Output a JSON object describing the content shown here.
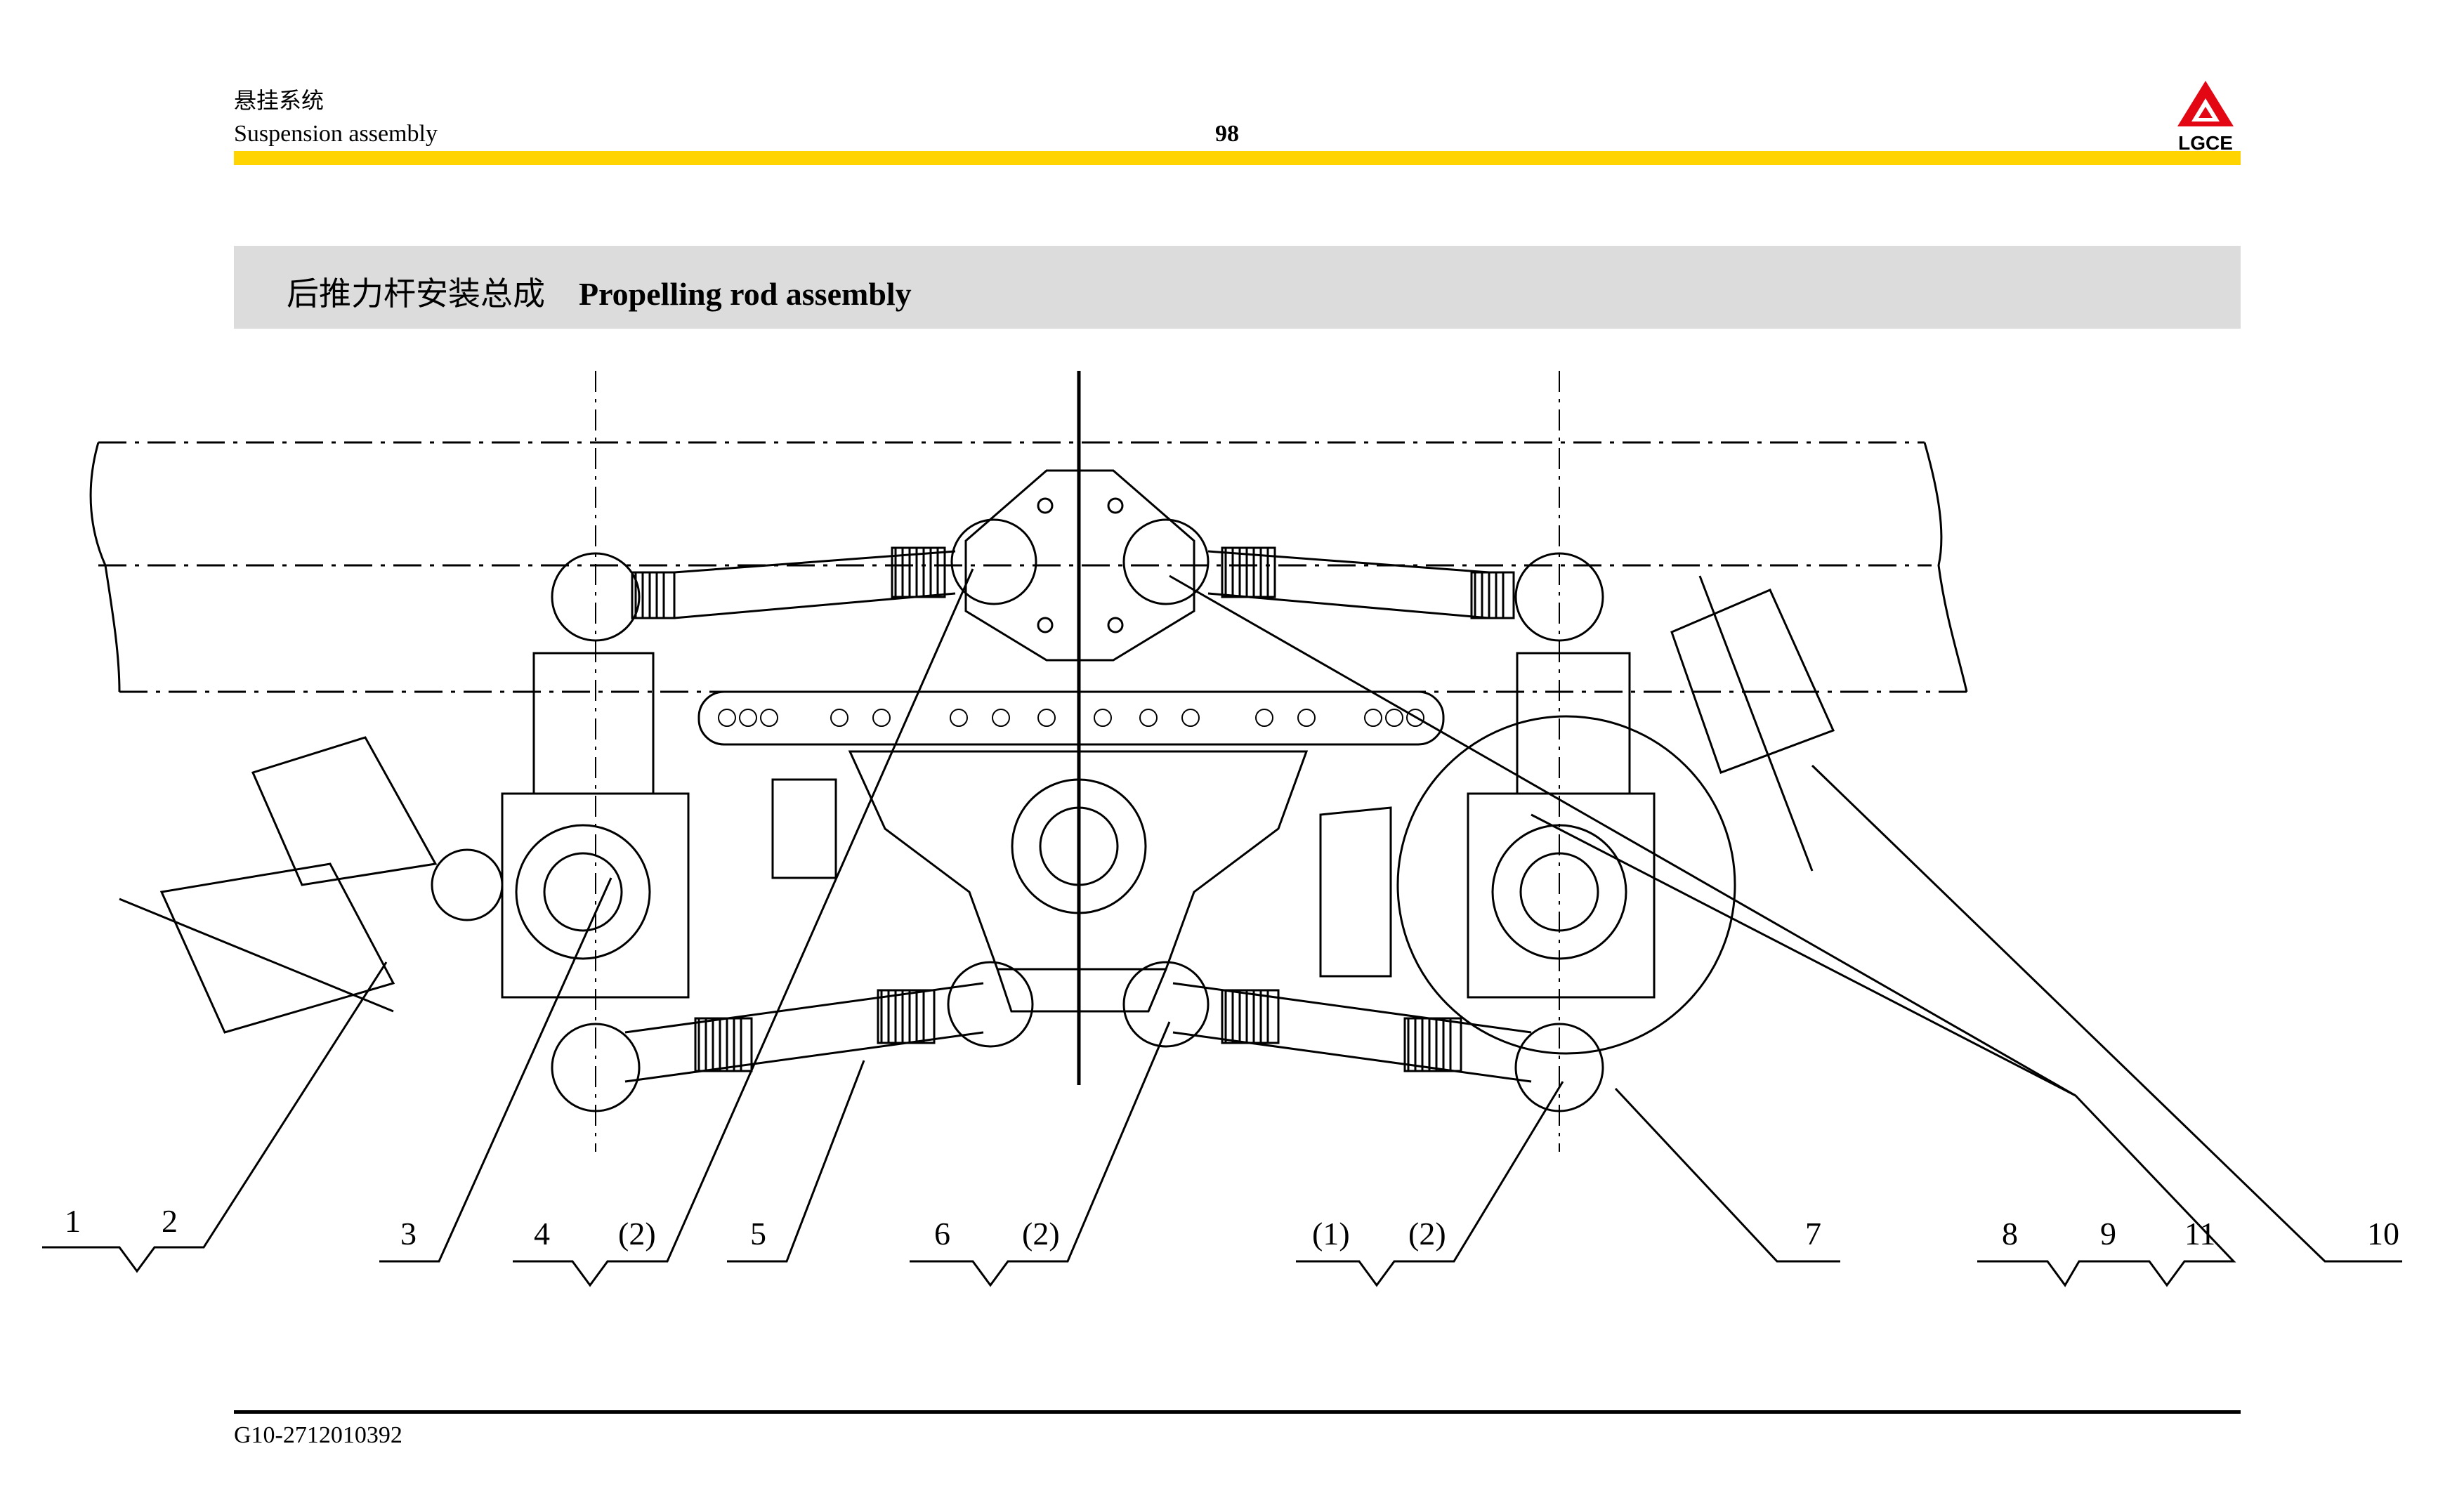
{
  "header": {
    "section_cn": "悬挂系统",
    "section_en": "Suspension assembly",
    "page_number": "98",
    "logo_text": "LGCE"
  },
  "title": {
    "cn": "后推力杆安装总成",
    "en": "Propelling rod assembly"
  },
  "callouts": [
    "1",
    "2",
    "3",
    "4",
    "(2)",
    "5",
    "6",
    "(2)",
    "(1)",
    "(2)",
    "7",
    "8",
    "9",
    "11",
    "10"
  ],
  "footer": {
    "code": "G10-2712010392"
  },
  "colors": {
    "accent": "#ffd400",
    "title_band": "#dcdcdc",
    "logo": "#e30613"
  }
}
